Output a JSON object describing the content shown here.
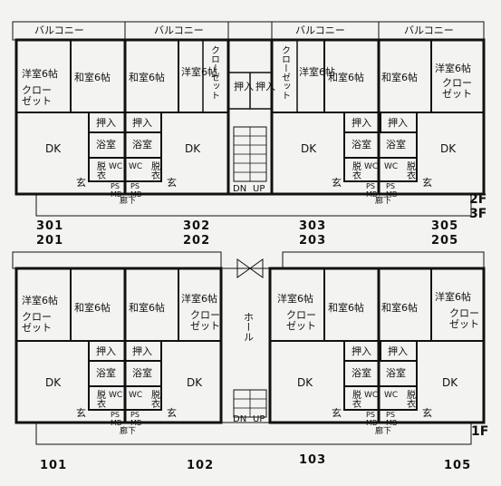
{
  "labels": {
    "balcony": "バルコニー",
    "western_room": "洋室6帖",
    "japanese_room": "和室6帖",
    "closet_line1": "クロー",
    "closet_line2": "ゼット",
    "closet_vertical": "クローゼット",
    "closet_full": "クローゼット",
    "oshiire": "押入",
    "bath": "浴室",
    "dk": "DK",
    "wc": "WC",
    "datsui": "脱衣",
    "genkan": "玄",
    "ps": "PS",
    "mb": "MB",
    "corridor": "廊下",
    "hall": "ホール",
    "dn": "DN",
    "up": "UP"
  },
  "floors": {
    "upper": "2F",
    "upper2": "3F",
    "lower": "1F"
  },
  "units_upper": [
    "301",
    "302",
    "303",
    "305"
  ],
  "units_upper_lower": [
    "201",
    "202",
    "203",
    "205"
  ],
  "units_lower": [
    "101",
    "102",
    "103",
    "105"
  ]
}
